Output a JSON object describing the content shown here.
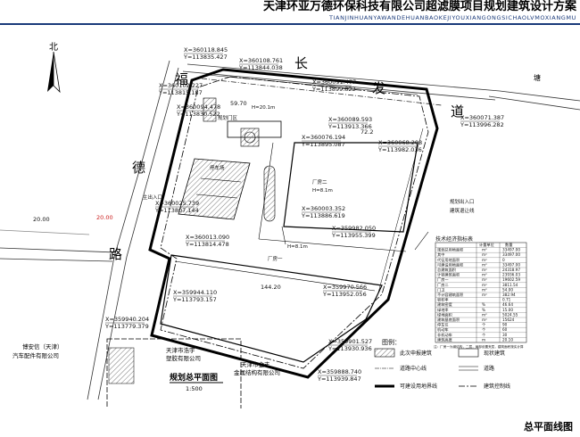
{
  "header": {
    "title": "天津环亚万德环保科技有限公司超滤膜项目规划建筑设计方案",
    "subtitle": "TIANJINHUANYAWANDEHUANBAOKEJIYOUXIANGONGSICHAOLVMOXIANGMU"
  },
  "caption": "总平面线图",
  "north_label": "北",
  "roads": {
    "changfa": [
      "长",
      "发",
      "道"
    ],
    "fude": [
      "福",
      "德",
      "路"
    ],
    "east_label": "塘"
  },
  "neighbors": {
    "boanxin_1": "博安信（天津）",
    "boanxin_2": "汽车配件有限公司",
    "haiyu_1": "天津市浩宇",
    "haiyu_2": "塑胶有限公司",
    "jinfeng_1": "天津市金丰",
    "jinfeng_2": "金属结构有限公司"
  },
  "plan_title": "规划总平面图",
  "plan_scale": "1:500",
  "coordinates": [
    {
      "x": "X=360118.845",
      "y": "Y=113835.427"
    },
    {
      "x": "X=360108.761",
      "y": "Y=113844.038"
    },
    {
      "x": "X=360091.477",
      "y": "Y=113899.822"
    },
    {
      "x": "X=360071.387",
      "y": "Y=113996.282"
    },
    {
      "x": "X=360102.227",
      "y": "Y=113815.187"
    },
    {
      "x": "X=360094.478",
      "y": "Y=113830.522"
    },
    {
      "x": "X=360089.593",
      "y": "Y=113913.366"
    },
    {
      "x": "X=360076.194",
      "y": "Y=113895.087"
    },
    {
      "x": "X=360068.208",
      "y": "Y=113982.036"
    },
    {
      "x": "X=360025.739",
      "y": "Y=113807.144"
    },
    {
      "x": "X=360003.352",
      "y": "Y=113886.619"
    },
    {
      "x": "X=359982.050",
      "y": "Y=113955.399"
    },
    {
      "x": "X=360013.090",
      "y": "Y=113814.478"
    },
    {
      "x": "X=359944.110",
      "y": "Y=113793.157"
    },
    {
      "x": "X=359970.566",
      "y": "Y=113952.056"
    },
    {
      "x": "X=359940.204",
      "y": "Y=113779.379"
    },
    {
      "x": "X=359901.527",
      "y": "Y=113930.936"
    },
    {
      "x": "X=359888.740",
      "y": "Y=113939.847"
    }
  ],
  "dims": {
    "d1": "20.00",
    "d2": "144.20",
    "d3": "72.2",
    "d4": "20.00",
    "d5": "59.70"
  },
  "labels": {
    "bldg1": "厂房一",
    "bldg2": "厂房二",
    "h1": "H=8.1m",
    "h2": "H=20.1m",
    "gate": "规划门区",
    "parking": "停车场",
    "entrance": "主出入口",
    "east_gate": "规划出入口",
    "east_gate2": "建筑退让线"
  },
  "tech_table": {
    "title": "技术经济指标表",
    "headers": [
      "",
      "",
      "计量单位",
      "数量"
    ],
    "rows": [
      [
        "规划总用地面积",
        "m²",
        "33497.00"
      ],
      [
        "其中",
        "m²",
        "33497.00"
      ],
      [
        "代征用地面积",
        "m²",
        "0"
      ],
      [
        "可建设用地面积",
        "m²",
        "33497.00"
      ],
      [
        "总建筑面积",
        "m²",
        "24318.97"
      ],
      [
        "计容建筑面积",
        "m²",
        "23936.03"
      ],
      [
        "厂房一",
        "m²",
        "19602.59"
      ],
      [
        "厂房二",
        "m²",
        "3811.54"
      ],
      [
        "门卫",
        "m²",
        "54.00"
      ],
      [
        "不计容建筑面积",
        "m²",
        "382.94"
      ],
      [
        "容积率",
        "",
        "0.71"
      ],
      [
        "建筑密度",
        "%",
        "46.64"
      ],
      [
        "绿地率",
        "%",
        "15.00"
      ],
      [
        "绿地面积",
        "m²",
        "5024.55"
      ],
      [
        "建筑基底面积",
        "m²",
        "15624"
      ],
      [
        "停车位",
        "个",
        "90"
      ],
      [
        "机动车",
        "个",
        "60"
      ],
      [
        "非机动车",
        "个",
        "30"
      ],
      [
        "建筑高度",
        "m",
        "20.10"
      ]
    ],
    "note": "注：厂房一为钢结构，二层，局部设置夹层，建筑面积按实计算"
  },
  "legend": {
    "title": "图例：",
    "items": [
      "此次申报建筑",
      "现状建筑",
      "道路中心线",
      "道路",
      "可建设用地界线",
      "建筑控制线"
    ]
  },
  "colors": {
    "ink": "#111111",
    "title_blue": "#1a3a7a",
    "dim_red": "#cc2222",
    "leader_blue": "#2244aa"
  }
}
